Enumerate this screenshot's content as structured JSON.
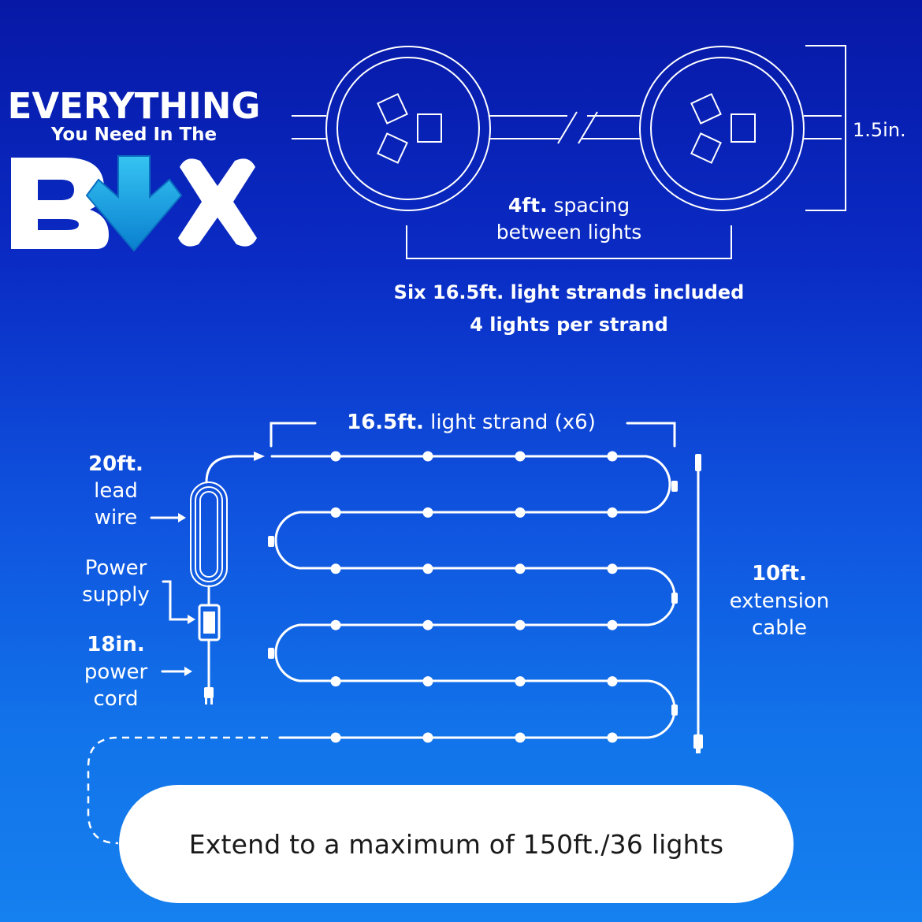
{
  "logo": {
    "line1": "EVERYTHING",
    "line2": "You Need In The",
    "line3": "BOX"
  },
  "light_diagram": {
    "height_label": "1.5in.",
    "spacing_value": "4ft.",
    "spacing_word": "spacing",
    "spacing_line2": "between lights",
    "included_line1": "Six 16.5ft. light strands included",
    "included_line2": "4 lights per strand"
  },
  "strand_diagram": {
    "strand_value": "16.5ft.",
    "strand_text": "light strand (x6)",
    "lead_value": "20ft.",
    "lead_line2": "lead",
    "lead_line3": "wire",
    "power_line1": "Power",
    "power_line2": "supply",
    "cord_value": "18in.",
    "cord_line2": "power",
    "cord_line3": "cord",
    "ext_value": "10ft.",
    "ext_line2": "extension",
    "ext_line3": "cable",
    "rows": 6,
    "lights_per_row": 4
  },
  "footer": {
    "extend_text": "Extend to a maximum of 150ft./36 lights"
  },
  "colors": {
    "logo_arrow": "#1fb1ea",
    "logo_arrow_dark": "#0a7fcf",
    "pill_text": "#1a1a1a"
  }
}
